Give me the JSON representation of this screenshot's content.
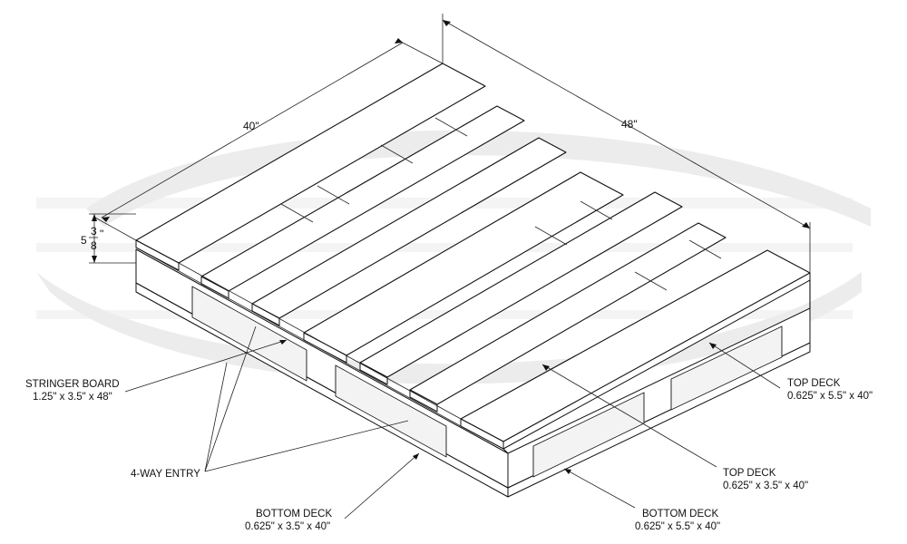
{
  "dimensions": {
    "width_label": "40\"",
    "length_label": "48\"",
    "height_whole": "5",
    "height_num": "3",
    "height_den": "8",
    "height_unit": "\""
  },
  "callouts": {
    "stringer_board": {
      "name": "STRINGER BOARD",
      "size": "1.25\" x 3.5\" x 48\""
    },
    "four_way_entry": {
      "name": "4-WAY ENTRY"
    },
    "bottom_deck_narrow": {
      "name": "BOTTOM DECK",
      "size": "0.625\" x 3.5\" x 40\""
    },
    "bottom_deck_wide": {
      "name": "BOTTOM DECK",
      "size": "0.625\" x 5.5\" x 40\""
    },
    "top_deck_narrow": {
      "name": "TOP DECK",
      "size": "0.625\" x 3.5\" x 40\""
    },
    "top_deck_wide": {
      "name": "TOP DECK",
      "size": "0.625\" x 5.5\" x 40\""
    }
  },
  "colors": {
    "line": "#111111",
    "watermark": "#ececec"
  }
}
